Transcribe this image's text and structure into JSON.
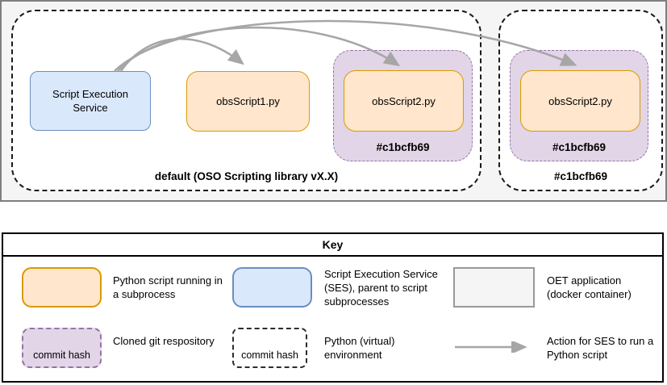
{
  "diagram": {
    "containers": {
      "default": {
        "label": "default (OSO Scripting library vX.X)"
      },
      "commit": {
        "label": "#c1bcfb69"
      }
    },
    "nodes": {
      "ses": {
        "label": "Script Execution Service"
      },
      "script1": {
        "label": "obsScript1.py"
      },
      "script2_a": {
        "label": "obsScript2.py",
        "commit": "#c1bcfb69"
      },
      "script2_b": {
        "label": "obsScript2.py",
        "commit": "#c1bcfb69"
      }
    },
    "arrows": [
      {
        "name": "ses-to-script1"
      },
      {
        "name": "ses-to-script2-a"
      },
      {
        "name": "ses-to-script2-b"
      }
    ],
    "colors": {
      "script_fill": "#ffe6cc",
      "script_border": "#d79b00",
      "ses_fill": "#dae8fc",
      "ses_border": "#6c8ebf",
      "repo_fill": "#e1d5e7",
      "repo_border": "#9673a6",
      "canvas_fill": "#f5f5f5",
      "canvas_border": "#7f7f7f",
      "arrow": "#a6a6a6"
    }
  },
  "key": {
    "title": "Key",
    "entries": [
      {
        "label": "Python script running in a subprocess"
      },
      {
        "label": "Script Execution Service (SES), parent to script subprocesses"
      },
      {
        "label": "OET application (docker container)"
      },
      {
        "label": "Cloned git respository",
        "swatch_text": "commit hash"
      },
      {
        "label": "Python (virtual) environment",
        "swatch_text": "commit hash"
      },
      {
        "label": "Action for SES to run a Python script"
      }
    ]
  }
}
